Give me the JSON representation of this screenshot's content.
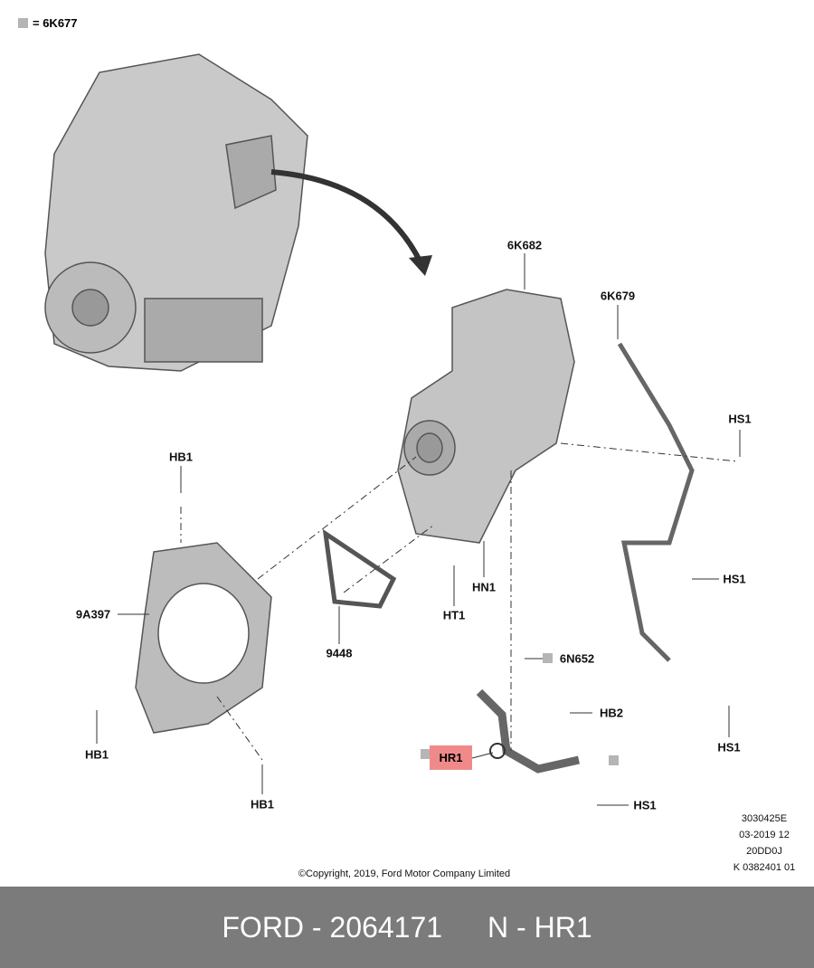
{
  "legend": {
    "label": "= 6K677"
  },
  "labels": {
    "l6k682": "6K682",
    "l6k679": "6K679",
    "hs1a": "HS1",
    "hb1a": "HB1",
    "l9a397": "9A397",
    "l9448": "9448",
    "hn1": "HN1",
    "ht1": "HT1",
    "l6n652": "6N652",
    "hb2": "HB2",
    "hs1b": "HS1",
    "hs1c": "HS1",
    "hb1b": "HB1",
    "hr1": "HR1",
    "hs1d": "HS1",
    "hb1c": "HB1"
  },
  "meta": [
    "3030425E",
    "03-2019 12",
    "20DD0J",
    "K 0382401 01"
  ],
  "copyright": "©Copyright, 2019, Ford Motor Company Limited",
  "footer": {
    "part": "FORD - 2064171",
    "ref": "N - HR1"
  },
  "colors": {
    "highlight": "#f08a8a",
    "footer": "#7b7b7b",
    "marker": "#b5b5b5"
  }
}
